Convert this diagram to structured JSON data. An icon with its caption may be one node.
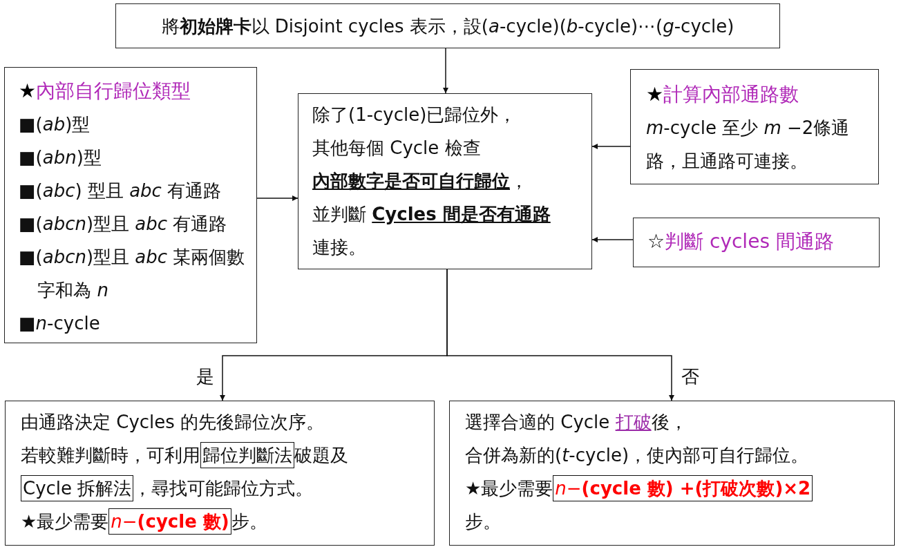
{
  "diagram": {
    "nodes": [
      {
        "text": [
          "將**初始牌卡**以 Disjoint cycles 表示，設(*a*-cycle)(*b*-cycle)⋯(*g*-cycle)"
        ]
      },
      {
        "text": [
          "★內部自行歸位類型",
          "■(*ab*)型",
          "■(*abn*)型",
          "■(*abc*) 型且 *abc* 有通路",
          "■(*abcn*)型且 *abc* 有通路",
          "■(*abcn*)型且 *abc* 某兩個數字和為 *n*",
          "■*n*-cycle"
        ]
      },
      {
        "text": [
          "除了(1-cycle)已歸位外，",
          "其他每個 Cycle 檢查",
          "**內部數字是否可自行歸位**，",
          "並判斷 **Cycles 間是否有通路**",
          "連接。"
        ]
      },
      {
        "text": [
          "★計算內部通路數",
          "*m*-cycle 至少 *m* −2條通路，且通路可連接。"
        ]
      },
      {
        "text": [
          "☆判斷 cycles 間通路"
        ]
      },
      {
        "text": [
          "由通路決定 Cycles 的先後歸位次序。",
          "若較難判斷時，可利用",
          "破題及",
          "，尋找可能歸位方式。",
          "★最少需要",
          "步。"
        ]
      },
      {
        "text": [
          "歸位判斷法"
        ],
        "in": 5
      },
      {
        "text": [
          "Cycle 拆解法"
        ],
        "in": 5
      },
      {
        "text": [
          "*n*−**(cycle 數)**"
        ],
        "in": 5
      },
      {
        "text": [
          "選擇合適的 Cycle ",
          "打破",
          "後，",
          "合併為新的(*t*-cycle)，使內部可自行歸位。",
          "★最少需要",
          "步。"
        ]
      },
      {
        "text": [
          "*n*−**(cycle 數) +(打破次數)×2**"
        ],
        "in": 9
      }
    ],
    "edges": [
      {
        "from": 0,
        "to": 2,
        "arrow": "to"
      },
      {
        "from": 1,
        "to": 2,
        "arrow": "to"
      },
      {
        "from": 3,
        "to": 2,
        "arrow": "to"
      },
      {
        "from": 4,
        "to": 2,
        "arrow": "to"
      },
      {
        "from": 2,
        "to": 5,
        "arrow": "to",
        "label": "是"
      },
      {
        "from": 2,
        "to": 9,
        "arrow": "to",
        "label": "否"
      }
    ]
  }
}
